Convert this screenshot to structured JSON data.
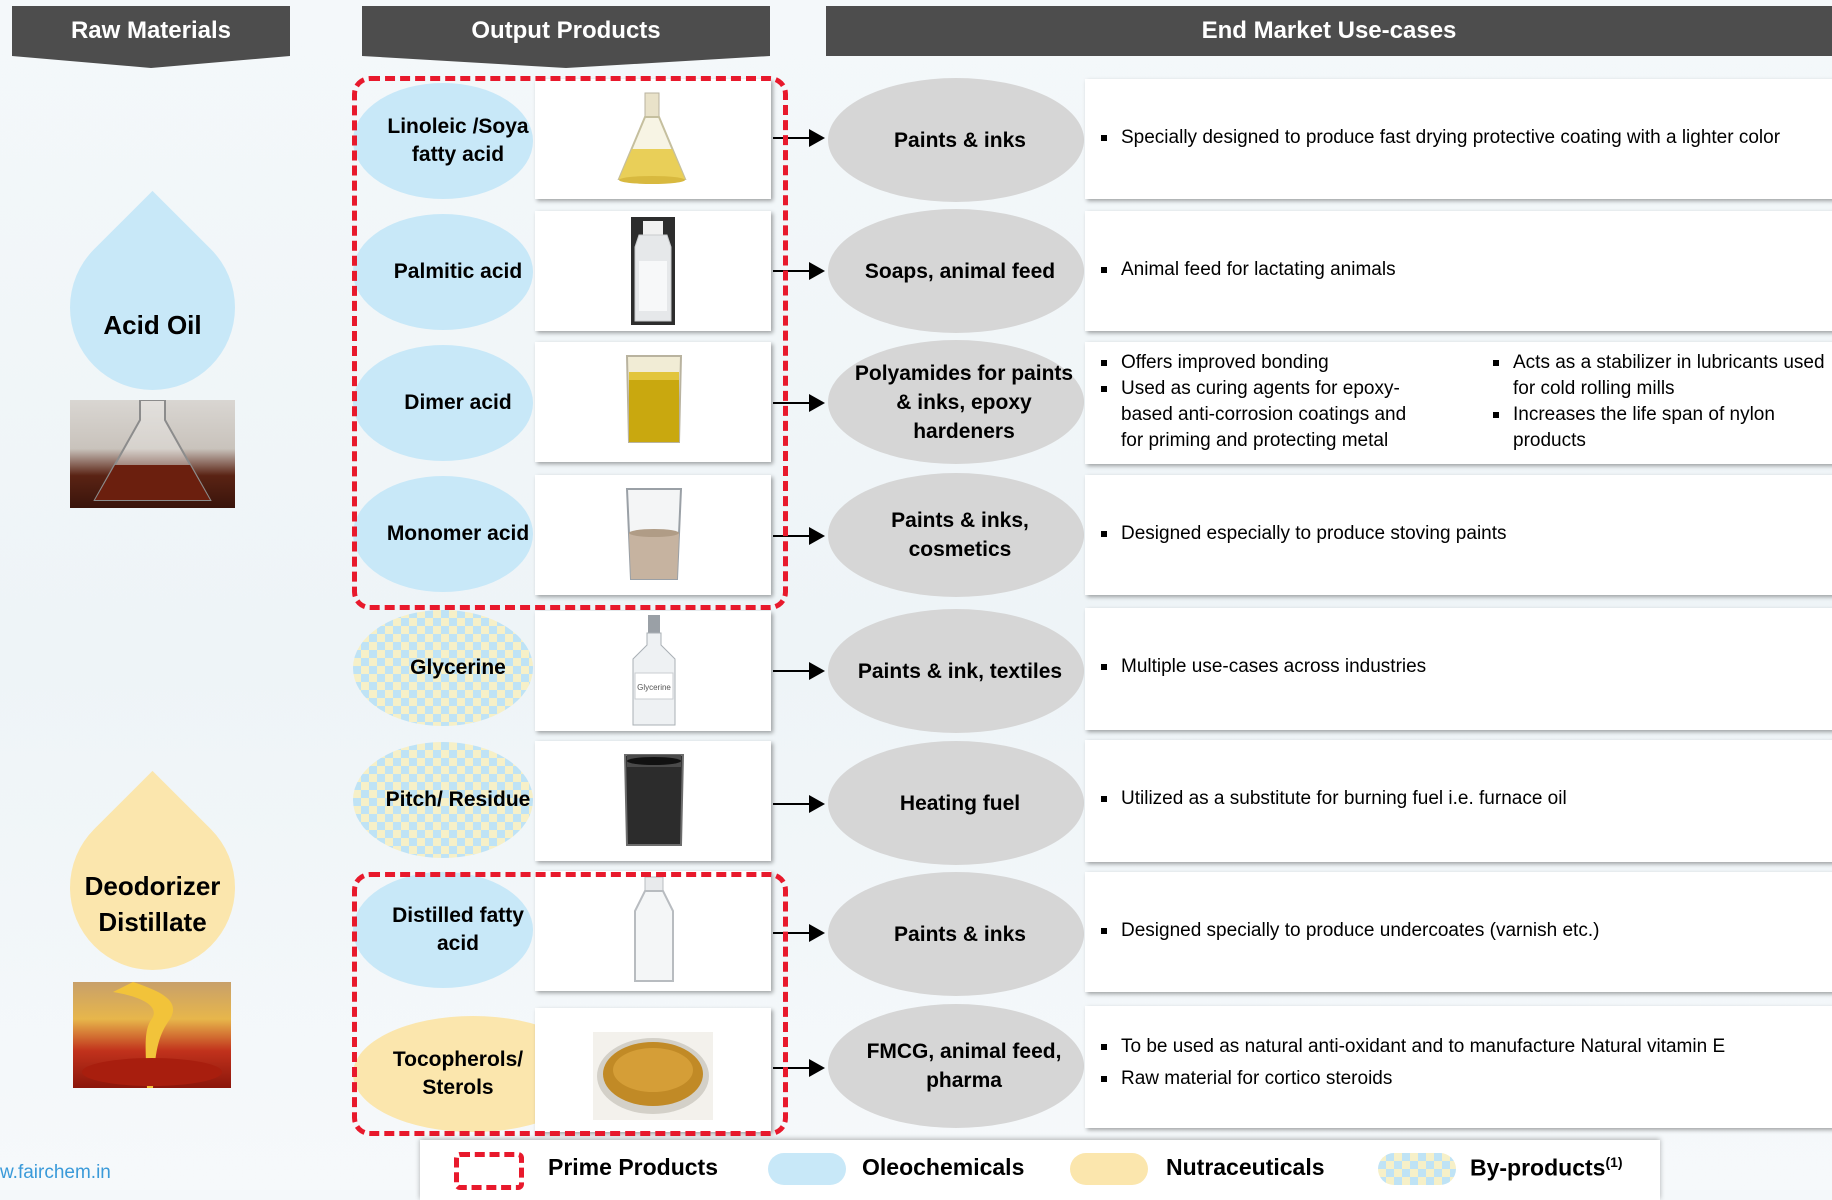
{
  "headers": {
    "raw": "Raw Materials",
    "output": "Output Products",
    "market": "End Market Use-cases"
  },
  "raw_materials": [
    {
      "label": "Acid Oil",
      "color": "#c8e8f8",
      "image": "flask-dark-oil"
    },
    {
      "label": "Deodorizer Distillate",
      "color": "#fbe6ad",
      "image": "pouring-oil"
    }
  ],
  "rows": [
    {
      "product": "Linoleic /Soya fatty acid",
      "category": "oleochemicals",
      "image": "conical-flask-yellow",
      "market": "Paints & inks",
      "uses": [
        "Specially designed to produce fast drying protective coating with a lighter color"
      ]
    },
    {
      "product": "Palmitic acid",
      "category": "oleochemicals",
      "image": "clear-bottle",
      "market": "Soaps, animal feed",
      "uses": [
        "Animal feed for lactating animals"
      ]
    },
    {
      "product": "Dimer acid",
      "category": "oleochemicals",
      "image": "beaker-yellow",
      "market": "Polyamides for paints & inks, epoxy hardeners",
      "uses": [
        "Offers improved bonding",
        "Used as curing agents for epoxy-based anti-corrosion coatings and for priming and protecting metal"
      ],
      "uses_right": [
        "Acts as a stabilizer in lubricants used for cold rolling mills",
        "Increases the life span of nylon products"
      ]
    },
    {
      "product": "Monomer acid",
      "category": "oleochemicals",
      "image": "beaker-clear",
      "market": "Paints & inks, cosmetics",
      "uses": [
        "Designed especially to produce stoving paints"
      ]
    },
    {
      "product": "Glycerine",
      "category": "by-products",
      "image": "glycerine-bottle",
      "market": "Paints & ink, textiles",
      "uses": [
        "Multiple use-cases across industries"
      ]
    },
    {
      "product": "Pitch/ Residue",
      "category": "by-products",
      "image": "beaker-black",
      "market": "Heating fuel",
      "uses": [
        "Utilized as a substitute for burning fuel i.e. furnace oil"
      ]
    },
    {
      "product": "Distilled fatty acid",
      "category": "oleochemicals",
      "image": "clear-bottle-small",
      "market": "Paints & inks",
      "uses": [
        "Designed specially to produce undercoates (varnish etc.)"
      ]
    },
    {
      "product": "Tocopherols/ Sterols",
      "category": "nutraceuticals",
      "image": "petri-dish",
      "market": "FMCG,  animal feed, pharma",
      "uses": [
        "To be used as natural anti-oxidant and to manufacture Natural vitamin E",
        "Raw material for cortico steroids"
      ]
    }
  ],
  "glycerine_tag": "Glycerine",
  "legend": {
    "prime": "Prime Products",
    "oleo": "Oleochemicals",
    "nutra": "Nutraceuticals",
    "by": "By-products",
    "by_sup": "(1)"
  },
  "footer_url": "w.fairchem.in",
  "colors": {
    "header": "#4d4d4d",
    "oleo": "#c8e8f8",
    "nutra": "#fbe6ad",
    "prime_border": "#e8192c",
    "market": "#d6d6d6",
    "url": "#3a9ad9"
  }
}
